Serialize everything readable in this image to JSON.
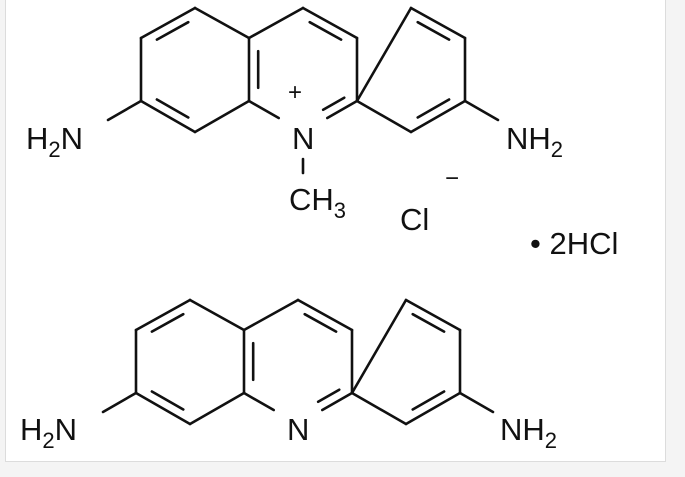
{
  "structure_1": {
    "left_amine": {
      "main": "H",
      "sub": "2",
      "tail": "N"
    },
    "right_amine": {
      "main": "NH",
      "sub": "2"
    },
    "ring_nitrogen": "N",
    "charge_plus": "+",
    "methyl": {
      "main": "CH",
      "sub": "3"
    },
    "counterion": "Cl",
    "charge_minus": "−"
  },
  "salt_label": "• 2HCl",
  "structure_2": {
    "left_amine": {
      "main": "H",
      "sub": "2",
      "tail": "N"
    },
    "right_amine": {
      "main": "NH",
      "sub": "2"
    },
    "ring_nitrogen": "N"
  },
  "colors": {
    "bond": "#111111",
    "background": "#ffffff",
    "page": "#f4f4f4"
  }
}
